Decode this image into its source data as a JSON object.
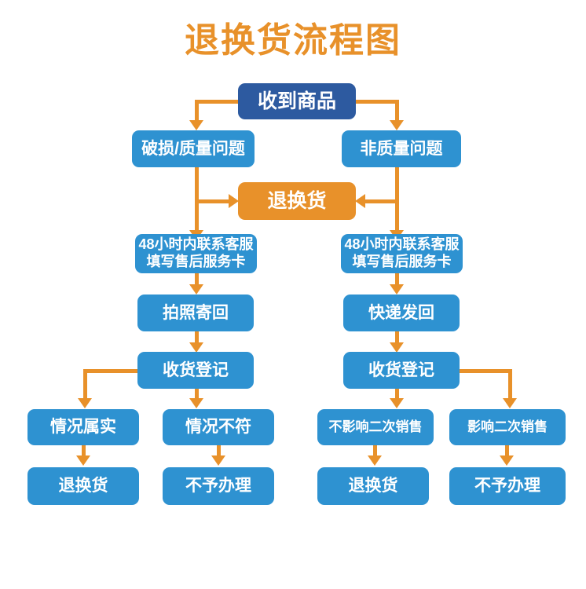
{
  "title": "退换货流程图",
  "colors": {
    "title": "#e8912a",
    "start_box": "#2d5aa0",
    "process_box": "#2e92d1",
    "highlight_box": "#e8912a",
    "connector": "#e8912a",
    "background": "#ffffff",
    "text": "#ffffff"
  },
  "flow": {
    "start": {
      "label": "收到商品"
    },
    "branch_left": {
      "label": "破损/质量问题"
    },
    "branch_right": {
      "label": "非质量问题"
    },
    "merge": {
      "label": "退换货"
    },
    "left_column": [
      {
        "label": "48小时内联系客服\n填写售后服务卡"
      },
      {
        "label": "拍照寄回"
      },
      {
        "label": "收货登记"
      }
    ],
    "right_column": [
      {
        "label": "48小时内联系客服\n填写售后服务卡"
      },
      {
        "label": "快递发回"
      },
      {
        "label": "收货登记"
      }
    ],
    "left_outcomes": [
      {
        "condition": "情况属实",
        "result": "退换货"
      },
      {
        "condition": "情况不符",
        "result": "不予办理"
      }
    ],
    "right_outcomes": [
      {
        "condition": "不影响二次销售",
        "result": "退换货"
      },
      {
        "condition": "影响二次销售",
        "result": "不予办理"
      }
    ]
  }
}
